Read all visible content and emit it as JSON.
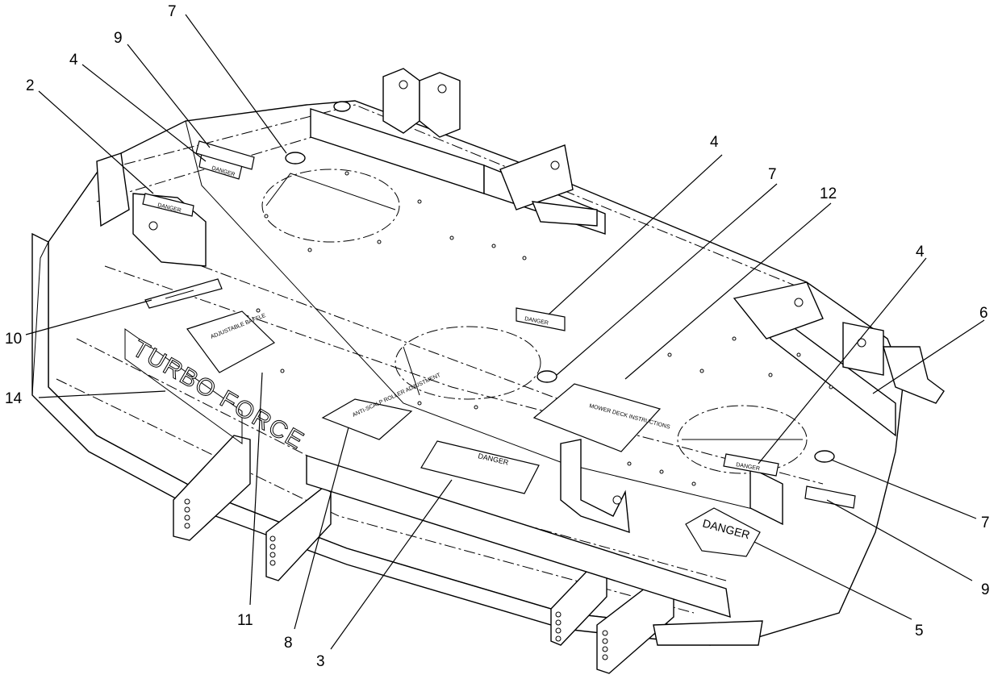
{
  "diagram": {
    "type": "exploded-parts-callout",
    "callouts": [
      "7",
      "9",
      "4",
      "2",
      "4",
      "7",
      "12",
      "4",
      "6",
      "10",
      "14",
      "7",
      "9",
      "5",
      "3",
      "8",
      "11"
    ],
    "decals": {
      "danger": "DANGER",
      "turbo_force": "TURBO FORCE",
      "anti_scalp_roller_adjustment": "ANTI-SCALP ROLLER ADJUSTMENT",
      "adjustable_baffle": "ADJUSTABLE BAFFLE",
      "mower_deck_instructions": "MOWER DECK INSTRUCTIONS"
    }
  }
}
